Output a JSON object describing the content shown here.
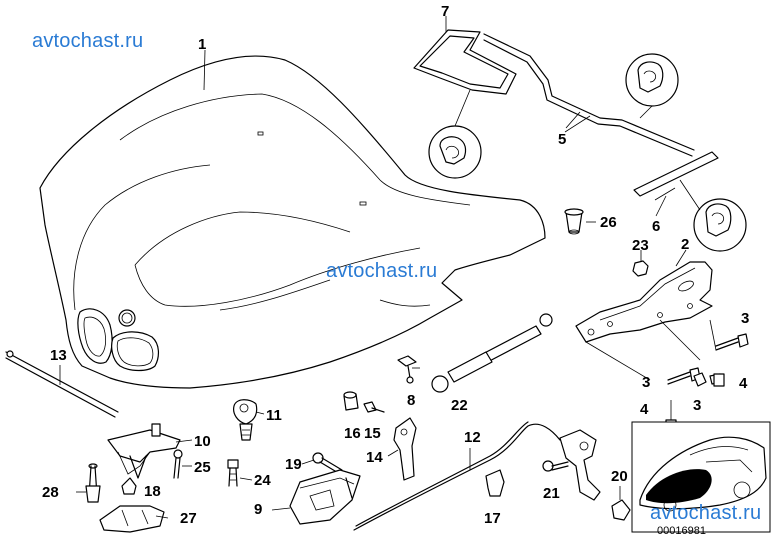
{
  "watermarks": {
    "top_left": "avtochast.ru",
    "center": "avtochast.ru",
    "bottom_right": "avtochast.ru"
  },
  "diagram_code": "00016981",
  "callouts": {
    "p1": "1",
    "p2": "2",
    "p3a": "3",
    "p3b": "3",
    "p3c": "3",
    "p4a": "4",
    "p4b": "4",
    "p5": "5",
    "p6": "6",
    "p7": "7",
    "p8": "8",
    "p9": "9",
    "p10": "10",
    "p11": "11",
    "p12": "12",
    "p13": "13",
    "p14": "14",
    "p15": "15",
    "p16": "16",
    "p17": "17",
    "p18": "18",
    "p19": "19",
    "p20": "20",
    "p21": "21",
    "p22": "22",
    "p23": "23",
    "p24": "24",
    "p25": "25",
    "p26": "26",
    "p27": "27",
    "p28": "28"
  }
}
